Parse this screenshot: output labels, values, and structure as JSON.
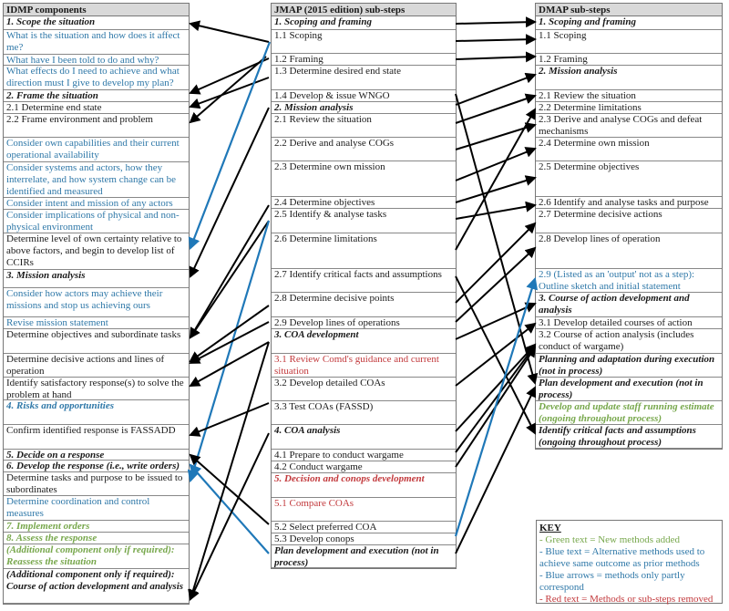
{
  "columns": {
    "idmp": {
      "title": "IDMP components",
      "rows": [
        {
          "text": "1. Scope the situation",
          "style": "heading",
          "tone": "black"
        },
        {
          "text": "What is the situation and how does it affect me?",
          "style": "normal",
          "tone": "blue"
        },
        {
          "text": "What have I been told to do and why?",
          "style": "normal",
          "tone": "blue"
        },
        {
          "text": "What effects do I need to achieve and what direction must I give to develop my plan?",
          "style": "normal",
          "tone": "blue"
        },
        {
          "text": "2. Frame the situation",
          "style": "heading",
          "tone": "black"
        },
        {
          "text": "2.1 Determine end state",
          "style": "normal",
          "tone": "black"
        },
        {
          "text": "2.2 Frame environment and problem",
          "style": "normal",
          "tone": "black"
        },
        {
          "text": "Consider own capabilities and their current operational availability",
          "style": "normal",
          "tone": "blue"
        },
        {
          "text": "Consider systems and actors, how they interrelate, and how system change can be identified and measured",
          "style": "normal",
          "tone": "blue"
        },
        {
          "text": "Consider intent and mission of any actors",
          "style": "normal",
          "tone": "blue"
        },
        {
          "text": "Consider implications of physical and non-physical environment",
          "style": "normal",
          "tone": "blue"
        },
        {
          "text": "Determine level of own certainty relative to above factors, and begin to develop list of CCIRs",
          "style": "normal",
          "tone": "black"
        },
        {
          "text": "3. Mission analysis",
          "style": "heading",
          "tone": "black"
        },
        {
          "text": "Consider how actors may achieve their missions and stop us achieving ours",
          "style": "normal",
          "tone": "blue"
        },
        {
          "text": "Revise mission statement",
          "style": "normal",
          "tone": "blue"
        },
        {
          "text": "Determine objectives and subordinate tasks",
          "style": "normal",
          "tone": "black"
        },
        {
          "text": "Determine decisive actions and lines of operation",
          "style": "normal",
          "tone": "black"
        },
        {
          "text": "Identify satisfactory response(s) to solve the problem at hand",
          "style": "normal",
          "tone": "black"
        },
        {
          "text": "4. Risks and opportunities",
          "style": "heading",
          "tone": "blue"
        },
        {
          "text": "Confirm identified response is FASSADD",
          "style": "normal",
          "tone": "black"
        },
        {
          "text": "5. Decide on a response",
          "style": "heading",
          "tone": "black"
        },
        {
          "text": "6. Develop the response (i.e., write orders)",
          "style": "heading",
          "tone": "black"
        },
        {
          "text": "Determine tasks and purpose to be issued to subordinates",
          "style": "normal",
          "tone": "black"
        },
        {
          "text": "Determine coordination and control measures",
          "style": "normal",
          "tone": "blue"
        },
        {
          "text": "7. Implement orders",
          "style": "heading",
          "tone": "green"
        },
        {
          "text": "8. Assess the response",
          "style": "heading",
          "tone": "green"
        },
        {
          "text": "(Additional component only if required): Reassess the situation",
          "style": "heading",
          "tone": "green"
        },
        {
          "text": "(Additional component only if required): Course of action development and analysis",
          "style": "heading",
          "tone": "black"
        }
      ]
    },
    "jmap": {
      "title": "JMAP (2015 edition) sub-steps",
      "rows": [
        {
          "text": "1. Scoping and framing",
          "style": "heading",
          "tone": "black"
        },
        {
          "text": "1.1 Scoping",
          "style": "normal",
          "tone": "black"
        },
        {
          "text": "1.2 Framing",
          "style": "normal",
          "tone": "black"
        },
        {
          "text": "1.3 Determine desired end state",
          "style": "normal",
          "tone": "black"
        },
        {
          "text": "1.4 Develop & issue WNGO",
          "style": "normal",
          "tone": "black"
        },
        {
          "text": "2. Mission analysis",
          "style": "heading",
          "tone": "black"
        },
        {
          "text": "2.1 Review the situation",
          "style": "normal",
          "tone": "black"
        },
        {
          "text": "2.2 Derive and analyse COGs",
          "style": "normal",
          "tone": "black"
        },
        {
          "text": "2.3 Determine own mission",
          "style": "normal",
          "tone": "black"
        },
        {
          "text": "2.4 Determine objectives",
          "style": "normal",
          "tone": "black"
        },
        {
          "text": "2.5 Identify & analyse tasks",
          "style": "normal",
          "tone": "black"
        },
        {
          "text": "2.6 Determine limitations",
          "style": "normal",
          "tone": "black"
        },
        {
          "text": "2.7 Identify critical facts and assumptions",
          "style": "normal",
          "tone": "black"
        },
        {
          "text": "2.8 Determine decisive points",
          "style": "normal",
          "tone": "black"
        },
        {
          "text": "2.9 Develop lines of operations",
          "style": "normal",
          "tone": "black"
        },
        {
          "text": "3. COA development",
          "style": "heading",
          "tone": "black"
        },
        {
          "text": "3.1 Review Comd's guidance and current situation",
          "style": "normal",
          "tone": "red"
        },
        {
          "text": "3.2 Develop detailed COAs",
          "style": "normal",
          "tone": "black"
        },
        {
          "text": "3.3 Test COAs (FASSD)",
          "style": "normal",
          "tone": "black"
        },
        {
          "text": "4. COA analysis",
          "style": "heading",
          "tone": "black"
        },
        {
          "text": "4.1 Prepare to conduct wargame",
          "style": "normal",
          "tone": "black"
        },
        {
          "text": "4.2 Conduct wargame",
          "style": "normal",
          "tone": "black"
        },
        {
          "text": "5. Decision and conops development",
          "style": "heading",
          "tone": "red"
        },
        {
          "text": "5.1 Compare COAs",
          "style": "normal",
          "tone": "red"
        },
        {
          "text": "5.2 Select preferred COA",
          "style": "normal",
          "tone": "black"
        },
        {
          "text": "5.3 Develop conops",
          "style": "normal",
          "tone": "black"
        },
        {
          "text": "Plan development and execution (not in process)",
          "style": "heading",
          "tone": "black"
        }
      ]
    },
    "dmap": {
      "title": "DMAP sub-steps",
      "rows": [
        {
          "text": "1. Scoping and framing",
          "style": "heading",
          "tone": "black"
        },
        {
          "text": "1.1 Scoping",
          "style": "normal",
          "tone": "black"
        },
        {
          "text": "1.2 Framing",
          "style": "normal",
          "tone": "black"
        },
        {
          "text": "2. Mission analysis",
          "style": "heading",
          "tone": "black"
        },
        {
          "text": "2.1 Review the situation",
          "style": "normal",
          "tone": "black"
        },
        {
          "text": "2.2 Determine limitations",
          "style": "normal",
          "tone": "black"
        },
        {
          "text": "2.3 Derive and analyse COGs and defeat mechanisms",
          "style": "normal",
          "tone": "black"
        },
        {
          "text": "2.4 Determine own mission",
          "style": "normal",
          "tone": "black"
        },
        {
          "text": "2.5 Determine objectives",
          "style": "normal",
          "tone": "black"
        },
        {
          "text": "2.6 Identify and analyse tasks and purpose",
          "style": "normal",
          "tone": "black"
        },
        {
          "text": "2.7 Determine decisive actions",
          "style": "normal",
          "tone": "black"
        },
        {
          "text": "2.8 Develop lines of operation",
          "style": "normal",
          "tone": "black"
        },
        {
          "text": "2.9 (Listed as an 'output' not as a step): Outline sketch and initial statement",
          "style": "normal",
          "tone": "blue"
        },
        {
          "text": "3. Course of action development and analysis",
          "style": "heading",
          "tone": "black"
        },
        {
          "text": "3.1 Develop detailed courses of action",
          "style": "normal",
          "tone": "black"
        },
        {
          "text": "3.2 Course of action analysis (includes conduct of wargame)",
          "style": "normal",
          "tone": "black"
        },
        {
          "text": "Planning and adaptation during execution (not in process)",
          "style": "heading",
          "tone": "black"
        },
        {
          "text": "Plan development and execution (not in process)",
          "style": "heading",
          "tone": "black"
        },
        {
          "text": "Develop and update staff running estimate (ongoing throughout process)",
          "style": "heading",
          "tone": "green"
        },
        {
          "text": "Identify critical facts and assumptions (ongoing throughout process)",
          "style": "heading",
          "tone": "black"
        }
      ]
    }
  },
  "key": {
    "title": "KEY",
    "items": [
      {
        "text": "- Green text = New methods added",
        "tone": "green"
      },
      {
        "text": "- Blue text = Alternative methods used to achieve same outcome as prior methods",
        "tone": "blue"
      },
      {
        "text": "- Blue arrows = methods only partly correspond",
        "tone": "blue"
      },
      {
        "text": "- Red text = Methods or sub-steps removed",
        "tone": "red"
      }
    ]
  },
  "colors": {
    "blue": "#2f78a8",
    "green": "#77a74c",
    "red": "#c2393c",
    "blue_arrow": "#1f78b8",
    "black_arrow": "#000000"
  }
}
